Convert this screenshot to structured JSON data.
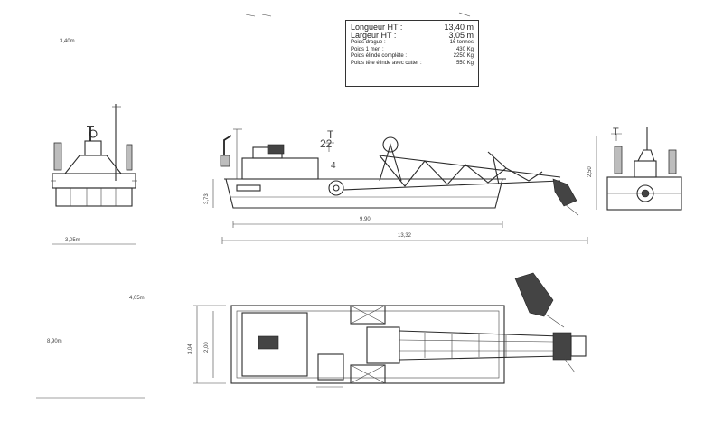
{
  "specs": {
    "longueur_label": "Longueur HT :",
    "longueur_value": "13,40 m",
    "largeur_label": "Largeur HT :",
    "largeur_value": "3,05 m",
    "poids_drague_label": "Poids drague :",
    "poids_drague_value": "16 tonnes",
    "poids_1_men_label": "Poids 1 men :",
    "poids_1_men_value": "430 Kg",
    "poids_elinde_label": "Poids élinde complète :",
    "poids_elinde_value": "2250 Kg",
    "poids_tete_label": "Poids tête élinde avec cutter :",
    "poids_tete_value": "550 Kg"
  },
  "dimensions": {
    "top_left_small": "3,40m",
    "front_width": "3,05m",
    "side_height_left": "3,73",
    "hull_length": "9,90",
    "total_length": "13,32",
    "right_height": "2,50",
    "plan_mark": "4,05m",
    "plan_left": "8,90m",
    "plan_width_outer": "3,04",
    "plan_width_inner": "2,00"
  },
  "annotations": {
    "side_mark_1": "T",
    "side_mark_2": "22",
    "side_mark_3": "4",
    "right_mark": "T"
  }
}
